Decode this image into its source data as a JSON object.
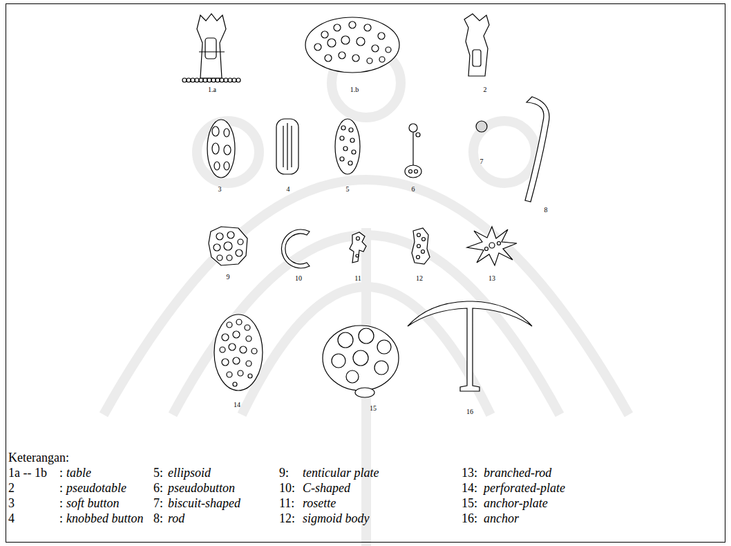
{
  "diagram": {
    "labels": [
      "1.a",
      "1.b",
      "2",
      "3",
      "4",
      "5",
      "6",
      "7",
      "8",
      "9",
      "10",
      "11",
      "12",
      "13",
      "14",
      "15",
      "16",
      "Keterangan:",
      "1a -- 1b",
      ":",
      "table",
      "5:",
      "ellipsoid",
      "9:",
      "tenticular plate",
      "13:",
      "branched-rod",
      "2",
      ":",
      "pseudotable",
      "6:",
      "pseudobutton",
      "10:",
      "C-shaped",
      "14:",
      "perforated-plate",
      "3",
      ":",
      "soft button",
      "7:",
      "biscuit-shaped",
      "11:",
      "rosette",
      "15:",
      "anchor-plate",
      "4",
      ":",
      "knobbed button",
      "8:",
      "rod",
      "12:",
      "sigmoid body",
      "16:",
      "anchor"
    ]
  }
}
